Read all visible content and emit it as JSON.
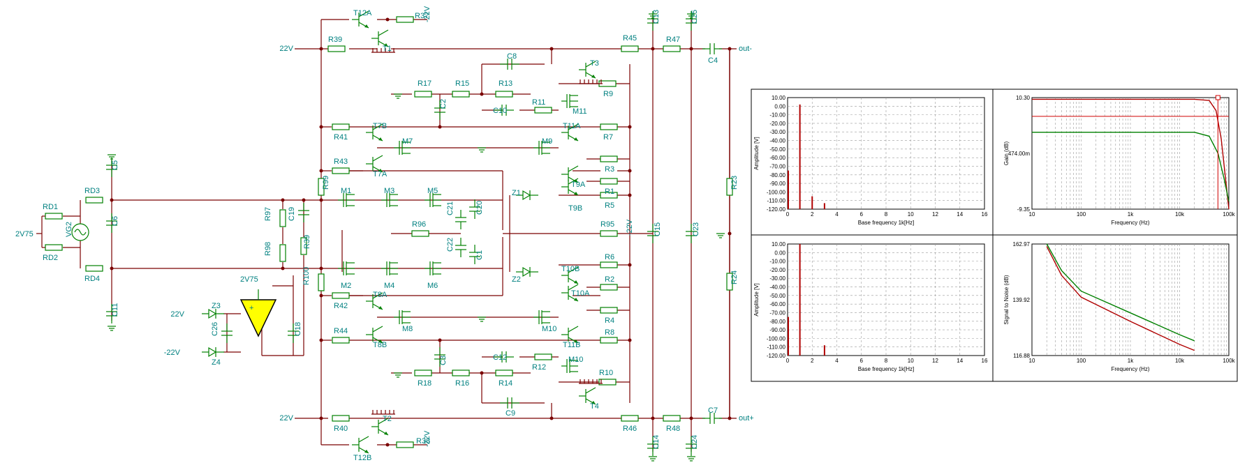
{
  "schematic": {
    "resistors": [
      {
        "name": "R39",
        "label": "R39"
      },
      {
        "name": "R37",
        "label": "R37"
      },
      {
        "name": "R45",
        "label": "R45"
      },
      {
        "name": "R47",
        "label": "R47"
      },
      {
        "name": "R17",
        "label": "R17"
      },
      {
        "name": "R15",
        "label": "R15"
      },
      {
        "name": "R13",
        "label": "R13"
      },
      {
        "name": "R11",
        "label": "R11"
      },
      {
        "name": "R9",
        "label": "R9"
      },
      {
        "name": "R41",
        "label": "R41"
      },
      {
        "name": "R7",
        "label": "R7"
      },
      {
        "name": "R43",
        "label": "R43"
      },
      {
        "name": "R3",
        "label": "R3"
      },
      {
        "name": "R1",
        "label": "R1"
      },
      {
        "name": "R5",
        "label": "R5"
      },
      {
        "name": "R96",
        "label": "R96"
      },
      {
        "name": "R95",
        "label": "R95"
      },
      {
        "name": "R6",
        "label": "R6"
      },
      {
        "name": "R2",
        "label": "R2"
      },
      {
        "name": "R4",
        "label": "R4"
      },
      {
        "name": "R8",
        "label": "R8"
      },
      {
        "name": "R42",
        "label": "R42"
      },
      {
        "name": "R44",
        "label": "R44"
      },
      {
        "name": "R12",
        "label": "R12"
      },
      {
        "name": "R18",
        "label": "R18"
      },
      {
        "name": "R16",
        "label": "R16"
      },
      {
        "name": "R14",
        "label": "R14"
      },
      {
        "name": "R10",
        "label": "R10"
      },
      {
        "name": "R40",
        "label": "R40"
      },
      {
        "name": "R38",
        "label": "R38"
      },
      {
        "name": "R46",
        "label": "R46"
      },
      {
        "name": "R48",
        "label": "R48"
      },
      {
        "name": "RD1",
        "label": "RD1"
      },
      {
        "name": "RD2",
        "label": "RD2"
      },
      {
        "name": "RD3",
        "label": "RD3"
      },
      {
        "name": "RD4",
        "label": "RD4"
      },
      {
        "name": "R97",
        "label": "R97"
      },
      {
        "name": "R98",
        "label": "R98"
      },
      {
        "name": "R99",
        "label": "R99"
      },
      {
        "name": "R100",
        "label": "R100"
      },
      {
        "name": "R39b",
        "label": "R39"
      },
      {
        "name": "R23",
        "label": "R23"
      },
      {
        "name": "R24",
        "label": "R24"
      }
    ],
    "capacitors": [
      "C13",
      "C25",
      "C4",
      "C8",
      "C2",
      "C10",
      "C15",
      "C23",
      "C19",
      "C20",
      "C21",
      "C22",
      "C1",
      "C3",
      "C12",
      "C9",
      "C7",
      "C14",
      "C24",
      "C5",
      "C6",
      "C11",
      "C26",
      "C18"
    ],
    "transistors": [
      "T12A",
      "T1",
      "T3",
      "M11",
      "T7B",
      "T7A",
      "M7",
      "M9",
      "T11A",
      "T9A",
      "T9B",
      "M1",
      "M2",
      "M3",
      "M4",
      "M5",
      "M6",
      "T10B",
      "T10A",
      "T8A",
      "T8B",
      "M8",
      "M10",
      "M10",
      "T11B",
      "T4",
      "T2",
      "T12B"
    ],
    "diodes": [
      "Z1",
      "Z2",
      "Z3",
      "Z4"
    ],
    "source": {
      "name": "VG2",
      "label": "VG2",
      "bias": "2V75"
    },
    "rails": {
      "pos": "22V",
      "neg": "-22V",
      "ref": "2V75",
      "neg_mid": "-22V"
    },
    "outputs": {
      "minus": "out-",
      "plus": "out+"
    }
  },
  "analysis_plots": [
    {
      "id": "spectrum1",
      "chart_data": {
        "type": "bar",
        "xlabel": "Base frequency 1k[Hz]",
        "ylabel": "Amplitude [V]",
        "xlim": [
          0,
          16
        ],
        "ylim": [
          -120,
          10
        ],
        "x_ticks": [
          "0",
          "2",
          "4",
          "6",
          "8",
          "10",
          "12",
          "14",
          "16"
        ],
        "y_ticks": [
          "10.00",
          "0.00",
          "-10.00",
          "-20.00",
          "-30.00",
          "-40.00",
          "-50.00",
          "-60.00",
          "-70.00",
          "-80.00",
          "-90.00",
          "-100.00",
          "-110.00",
          "-120.00"
        ],
        "bars": [
          {
            "x": 1,
            "y": 2
          },
          {
            "x": 2,
            "y": -105
          },
          {
            "x": 3,
            "y": -113
          }
        ]
      }
    },
    {
      "id": "gain",
      "chart_data": {
        "type": "line",
        "xlabel": "Frequency (Hz)",
        "ylabel": "Gain (dB)",
        "xscale": "log",
        "x_ticks": [
          "10",
          "100",
          "1k",
          "10k",
          "100k"
        ],
        "y_ticks": [
          "10.30",
          "474.00m",
          "-9.35"
        ],
        "ylim": [
          -9.35,
          10.3
        ],
        "series": [
          {
            "color": "#b00000",
            "points": [
              [
                10,
                10.0
              ],
              [
                20000,
                10.0
              ],
              [
                40000,
                9.8
              ],
              [
                55000,
                8.0
              ],
              [
                70000,
                3.0
              ],
              [
                100000,
                -9.35
              ]
            ]
          },
          {
            "color": "#008000",
            "points": [
              [
                10,
                4.2
              ],
              [
                20000,
                4.2
              ],
              [
                40000,
                3.5
              ],
              [
                60000,
                0.5
              ],
              [
                80000,
                -4.0
              ],
              [
                100000,
                -8.0
              ]
            ]
          }
        ],
        "cursor_level": 7.0,
        "cursor_freq": 60000
      }
    },
    {
      "id": "spectrum2",
      "chart_data": {
        "type": "bar",
        "xlabel": "Base frequency 1k[Hz]",
        "ylabel": "Amplitude [V]",
        "xlim": [
          0,
          16
        ],
        "ylim": [
          -120,
          10
        ],
        "x_ticks": [
          "0",
          "2",
          "4",
          "6",
          "8",
          "10",
          "12",
          "14",
          "16"
        ],
        "y_ticks": [
          "10.00",
          "0.00",
          "-10.00",
          "-20.00",
          "-30.00",
          "-40.00",
          "-50.00",
          "-60.00",
          "-70.00",
          "-80.00",
          "-90.00",
          "-100.00",
          "-110.00",
          "-120.00"
        ],
        "bars": [
          {
            "x": 1,
            "y": 10
          },
          {
            "x": 3,
            "y": -108
          }
        ]
      }
    },
    {
      "id": "snr",
      "chart_data": {
        "type": "line",
        "xlabel": "Frequency (Hz)",
        "ylabel": "Signal to Noise (dB)",
        "xscale": "log",
        "x_ticks": [
          "10",
          "100",
          "1k",
          "10k",
          "100k"
        ],
        "y_ticks": [
          "162.97",
          "139.92",
          "116.88"
        ],
        "ylim": [
          116.88,
          162.97
        ],
        "series": [
          {
            "color": "#b00000",
            "points": [
              [
                20,
                162.0
              ],
              [
                40,
                150.0
              ],
              [
                100,
                141.0
              ],
              [
                1000,
                131.0
              ],
              [
                10000,
                121.5
              ],
              [
                20000,
                119.0
              ]
            ]
          },
          {
            "color": "#008000",
            "points": [
              [
                20,
                163.0
              ],
              [
                40,
                152.0
              ],
              [
                100,
                143.5
              ],
              [
                1000,
                134.5
              ],
              [
                10000,
                125.5
              ],
              [
                20000,
                123.0
              ]
            ]
          }
        ]
      }
    }
  ]
}
